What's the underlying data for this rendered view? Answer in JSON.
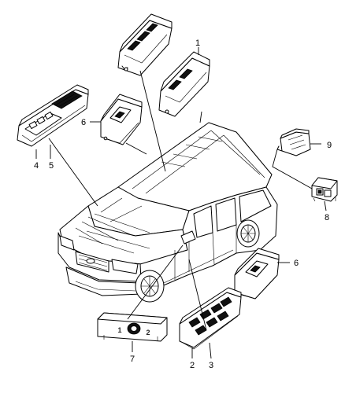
{
  "callouts": {
    "c1": "1",
    "c2": "2",
    "c3": "3",
    "c4": "4",
    "c5": "5",
    "c6a": "6",
    "c6b": "6",
    "c7": "7",
    "c8": "8",
    "c9": "9"
  },
  "switch7_labels": {
    "left": "1",
    "right": "2"
  }
}
